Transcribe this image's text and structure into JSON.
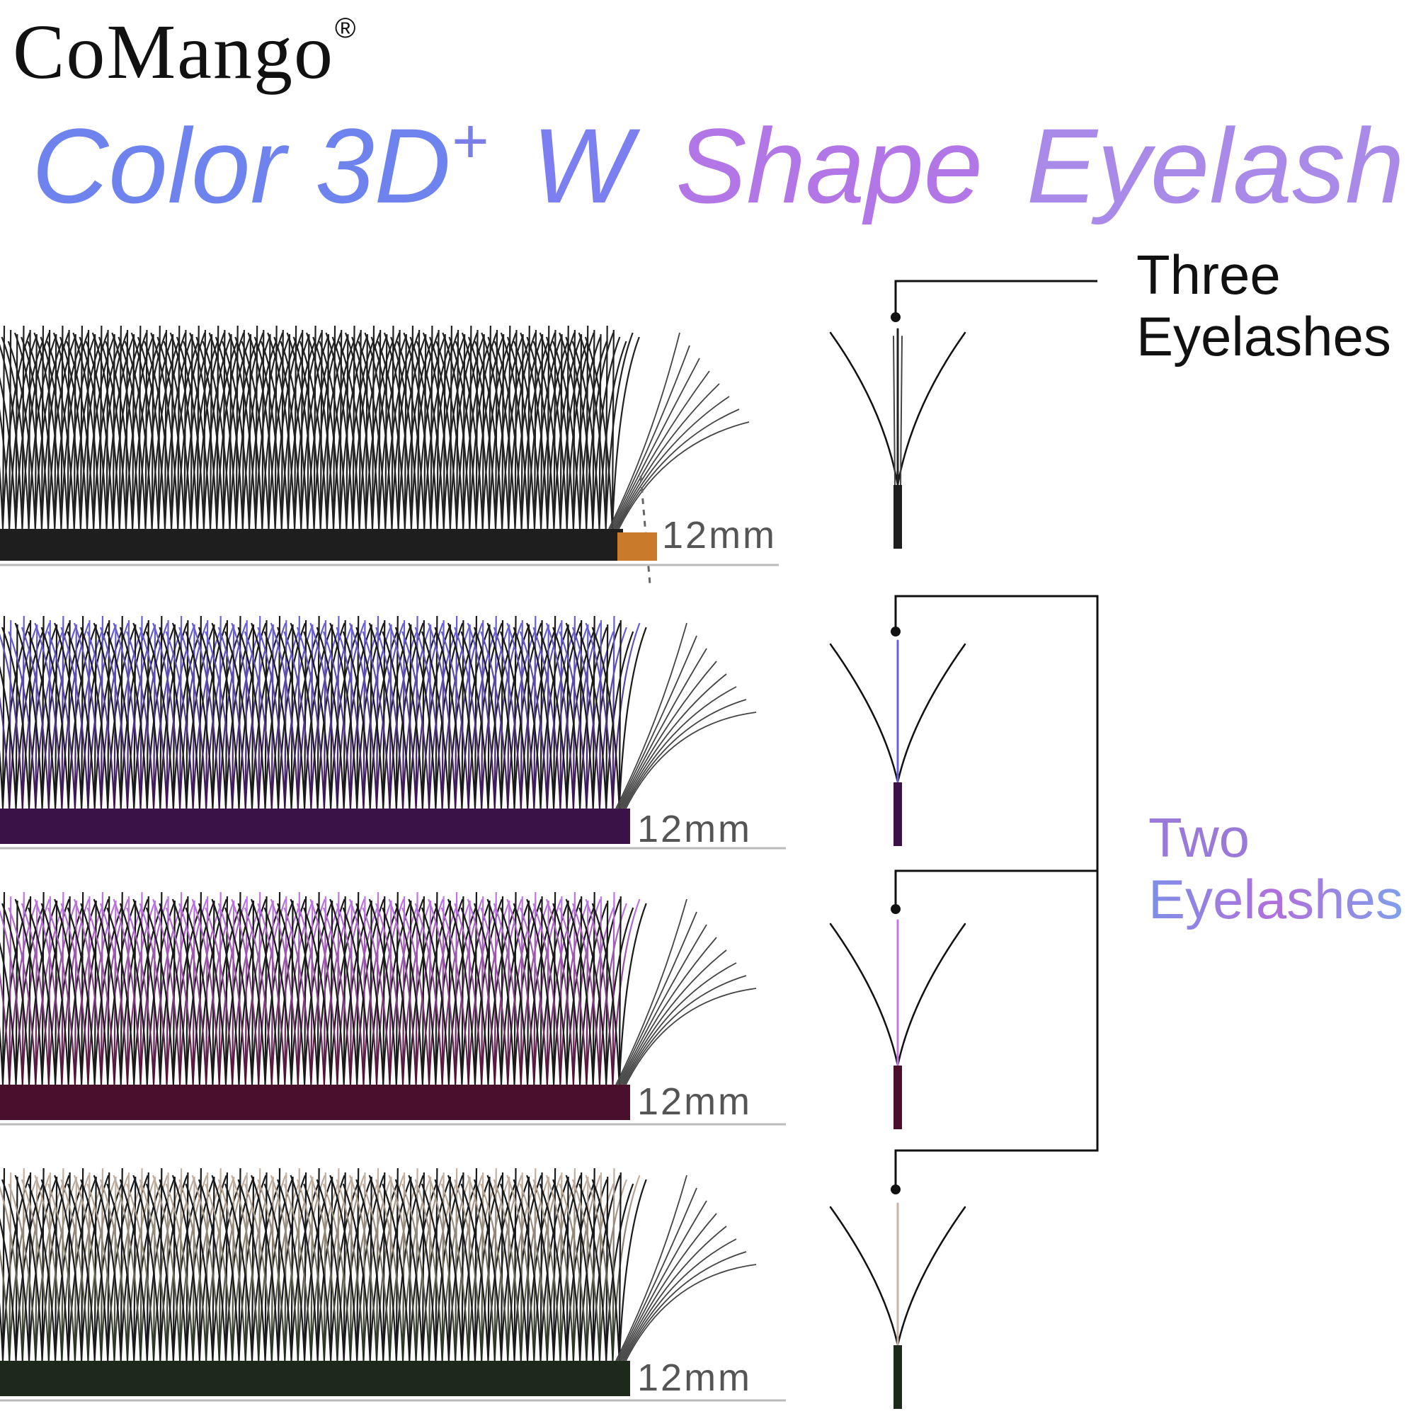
{
  "brand": {
    "name": "CoMango",
    "registered_mark": "®"
  },
  "headline": {
    "part1": "Color 3D",
    "plus": "+",
    "part2": "W",
    "part3": "Shape",
    "part4": "Eyelash"
  },
  "strips": [
    {
      "color": "black",
      "length_label": "12mm",
      "base_color": "#1e1e1e",
      "tip_color": "#2a2a2a"
    },
    {
      "color": "blue",
      "length_label": "12mm",
      "base_color": "#3a1247",
      "tip_color": "#6a63d8"
    },
    {
      "color": "purple",
      "length_label": "12mm",
      "base_color": "#4a0f2b",
      "tip_color": "#c07ae6"
    },
    {
      "color": "brown",
      "length_label": "12mm",
      "base_color": "#1d2a1b",
      "tip_color": "#c9b4a4"
    }
  ],
  "callouts": {
    "three": {
      "line1": "Three",
      "line2": "Eyelashes"
    },
    "two": {
      "line1": "Two",
      "line2": "Eyelashes"
    }
  },
  "colors": {
    "headline_blue": "#6c84f0",
    "headline_purple": "#b46ee2",
    "headline_light": "#8aa8ee"
  }
}
